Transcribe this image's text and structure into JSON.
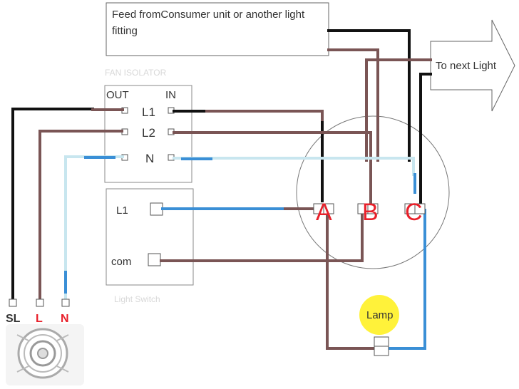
{
  "feed_box": {
    "line1": "Feed fromConsumer unit or another light",
    "line2": "fitting"
  },
  "next_light": {
    "label": "To next Light"
  },
  "isolator": {
    "out_label": "OUT",
    "in_label": "IN",
    "terminals": [
      "L1",
      "L2",
      "N"
    ]
  },
  "switch": {
    "l1": "L1",
    "com": "com"
  },
  "junction": {
    "a": "A",
    "b": "B",
    "c": "C",
    "letter_color": "#e8202a"
  },
  "lamp": {
    "label": "Lamp",
    "glow_color": "#fff23a"
  },
  "fan": {
    "sl": "SL",
    "l": "L",
    "n": "N",
    "sl_color": "#333333",
    "l_color": "#e8202a",
    "n_color": "#e8202a"
  },
  "colors": {
    "live": "#111111",
    "switched": "#7a5555",
    "neutral": "#3a8fd6",
    "neutral_faint": "#c8e6ef"
  }
}
